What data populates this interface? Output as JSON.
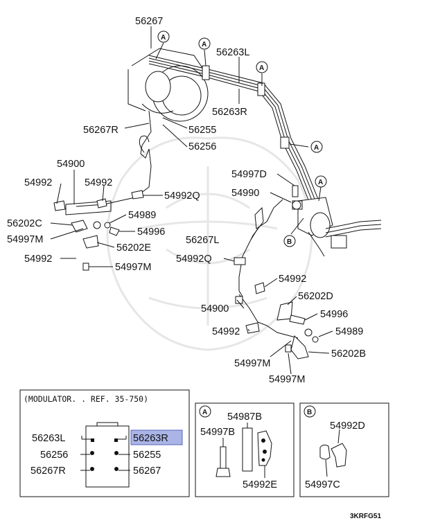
{
  "callouts": {
    "c56267_top": "56267",
    "c56263L_top": "56263L",
    "c56263R_top": "56263R",
    "c56267R_mid": "56267R",
    "c56255_mid": "56255",
    "c56256_mid": "56256",
    "c54900_l": "54900",
    "c54992_l1": "54992",
    "c54992_l2": "54992",
    "c54992Q_l": "54992Q",
    "c54989_l": "54989",
    "c56202C_l": "56202C",
    "c54996_l": "54996",
    "c54997M_l1": "54997M",
    "c56202E_l": "56202E",
    "c54992_l3": "54992",
    "c54997M_l2": "54997M",
    "c54997D_r": "54997D",
    "c54990_r": "54990",
    "c56267L_r": "56267L",
    "c54992Q_r": "54992Q",
    "c54992_r1": "54992",
    "c56202D_r": "56202D",
    "c54900_r": "54900",
    "c54996_r": "54996",
    "c54992_r2": "54992",
    "c54989_r": "54989",
    "c54997M_r1": "54997M",
    "c56202B_r": "56202B",
    "c54997M_r2": "54997M"
  },
  "ref_markers": [
    "A",
    "B"
  ],
  "modulator_box": {
    "title": "(MODULATOR. . REF. 35-750)",
    "left_top": "56263L",
    "right_top": "56263R",
    "left_mid": "56256",
    "right_mid": "56255",
    "left_bot": "56267R",
    "right_bot": "56267"
  },
  "detail_a": {
    "marker": "A",
    "p1": "54987B",
    "p2": "54997B",
    "p3": "54992E"
  },
  "detail_b": {
    "marker": "B",
    "p1": "54992D",
    "p2": "54997C"
  },
  "diagram_code": "3KRFG51",
  "colors": {
    "highlight_fill": "#aab4e6",
    "highlight_stroke": "#5a63b8",
    "ink": "#111111"
  }
}
